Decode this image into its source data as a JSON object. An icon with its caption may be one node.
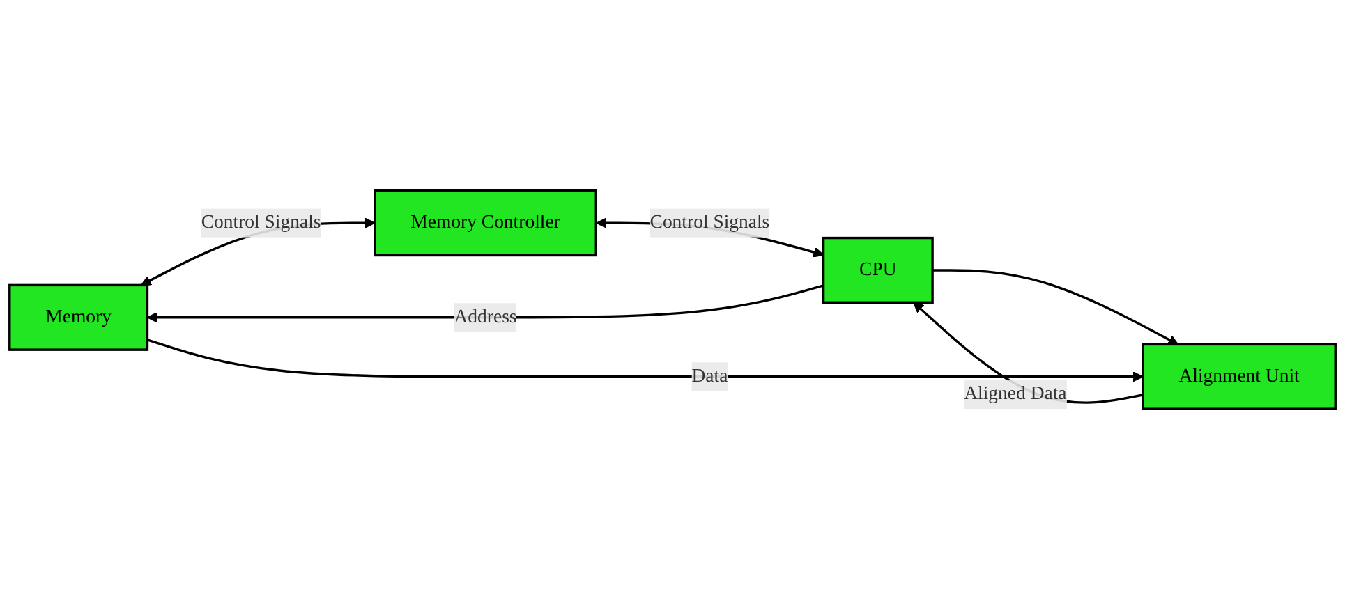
{
  "diagram": {
    "nodes": [
      {
        "text": [
          "Memory"
        ]
      },
      {
        "text": [
          "Memory Controller"
        ]
      },
      {
        "text": [
          "CPU"
        ]
      },
      {
        "text": [
          "Alignment Unit"
        ]
      }
    ],
    "edges": [
      {
        "from": 0,
        "to": 1,
        "arrow": "both",
        "label": "Control Signals"
      },
      {
        "from": 1,
        "to": 2,
        "arrow": "both",
        "label": "Control Signals"
      },
      {
        "from": 2,
        "to": 0,
        "arrow": "to",
        "label": "Address"
      },
      {
        "from": 2,
        "to": 3,
        "arrow": "to"
      },
      {
        "from": 0,
        "to": 3,
        "arrow": "to",
        "label": "Data"
      },
      {
        "from": 3,
        "to": 2,
        "arrow": "to",
        "label": "Aligned Data"
      }
    ]
  }
}
